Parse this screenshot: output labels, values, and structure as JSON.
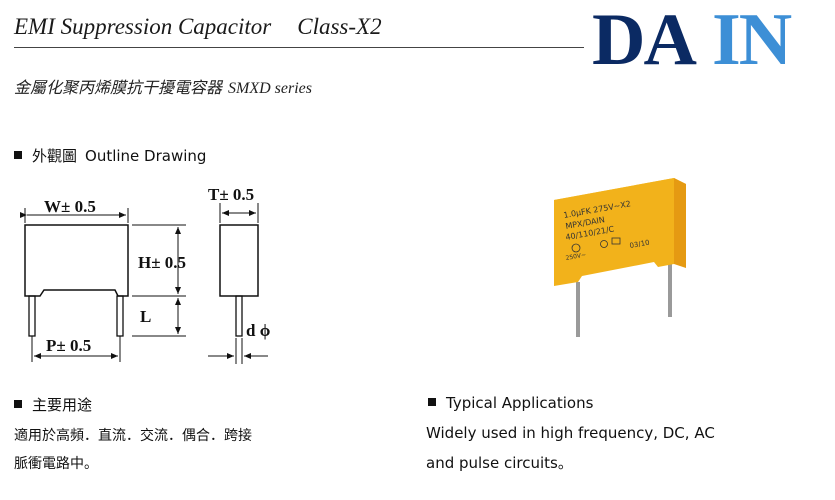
{
  "header": {
    "title": "EMI Suppression Capacitor",
    "class_label": "Class-X2",
    "subtitle_cn": "金屬化聚丙烯膜抗干擾電容器",
    "subtitle_series": "SMXD series",
    "logo_text": "DAIN",
    "logo_color": "#0b2a63",
    "logo_accent": "#3d8fd6"
  },
  "outline": {
    "heading_cn": "外觀圖",
    "heading_en": "Outline Drawing",
    "labels": {
      "w": "W± 0.5",
      "t": "T± 0.5",
      "h": "H± 0.5",
      "l": "L",
      "p": "P± 0.5",
      "d": "d ϕ"
    }
  },
  "photo": {
    "marking_line1": "1.0µFK 275V~X2",
    "marking_line2": "MPX/DAIN",
    "marking_line3": "40/110/21/C",
    "marking_voltage": "250V~",
    "marking_date": "03/10",
    "body_color": "#f2b21b"
  },
  "applications": {
    "heading_cn": "主要用途",
    "text_cn_line1": "適用於高頻．直流．交流．偶合．跨接",
    "text_cn_line2": "脈衝電路中。",
    "heading_en": "Typical Applications",
    "text_en_line1": "Widely used in high frequency, DC, AC",
    "text_en_line2": "and pulse circuits。"
  }
}
